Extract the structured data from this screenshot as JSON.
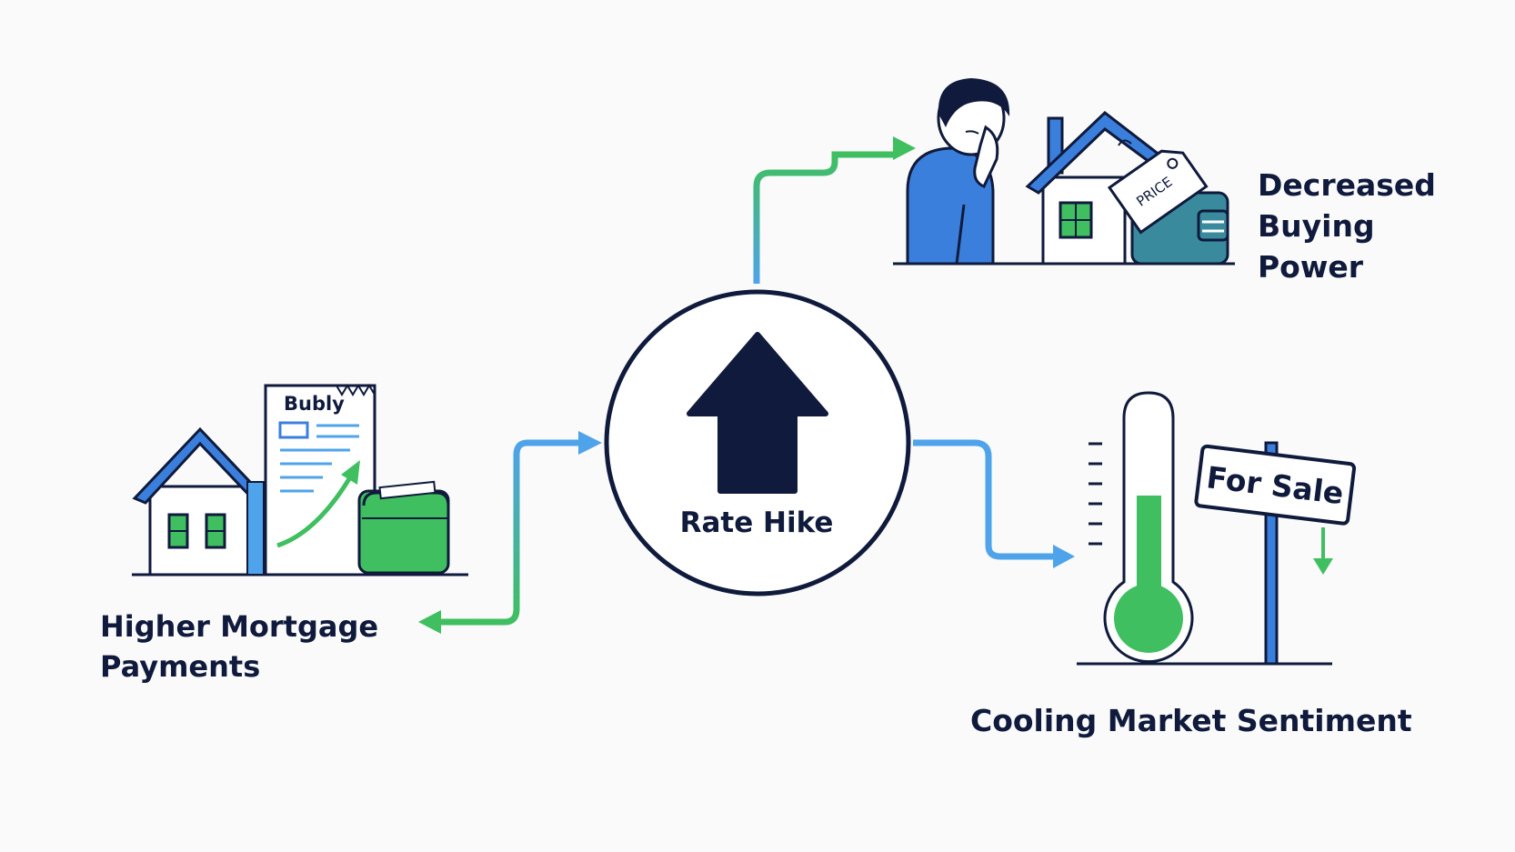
{
  "diagram": {
    "center": {
      "label": "Rate Hike",
      "icon": "up-arrow-icon"
    },
    "effects": [
      {
        "id": "mortgage",
        "line1": "Higher Mortgage",
        "line2": "Payments",
        "illustration": "house-bill-wallet"
      },
      {
        "id": "buying",
        "line1": "Decreased",
        "line2": "Buying",
        "line3": "Power",
        "illustration": "stressed-person-house-price-tag"
      },
      {
        "id": "sentiment",
        "line1": "Cooling Market Sentiment",
        "illustration": "thermometer-for-sale-sign"
      }
    ],
    "bill_text": "Bubly",
    "tag_text": "PRICE",
    "sign_text": "For Sale"
  },
  "colors": {
    "navy": "#0f1a3c",
    "blue": "#3b7fdc",
    "light_blue": "#4fa3ea",
    "green": "#3fbf5f",
    "teal": "#3a8a9e"
  }
}
